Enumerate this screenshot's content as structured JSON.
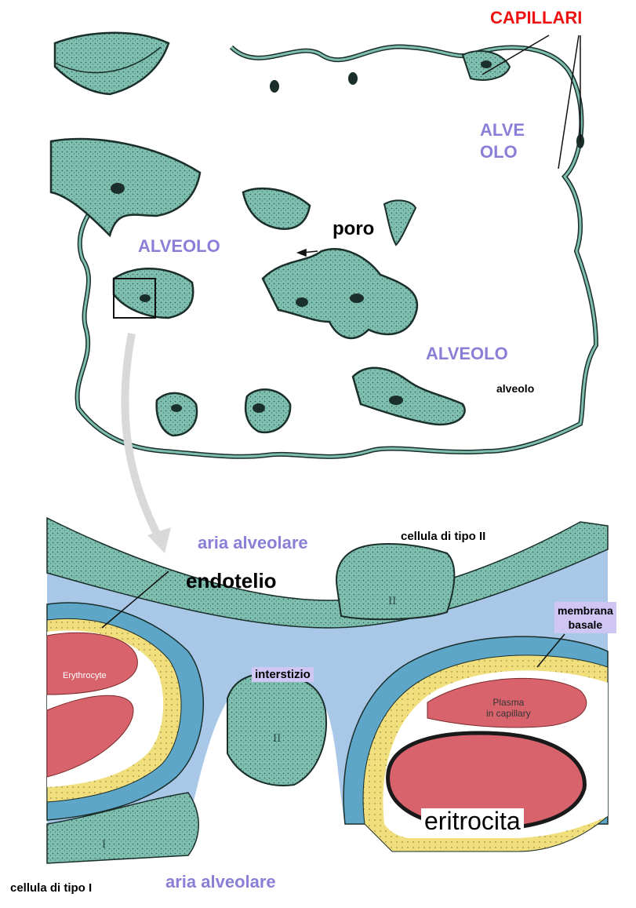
{
  "labels": {
    "capillari": "CAPILLARI",
    "alveolo_top": "ALVE\nOLO",
    "alveolo_left": "ALVEOLO",
    "poro": "poro",
    "alveolo_right": "ALVEOLO",
    "alveolo_small": "alveolo",
    "aria_top": "aria alveolare",
    "cellula_ii": "cellula di tipo II",
    "endotelio": "endotelio",
    "membrana": "membrana\nbasale",
    "interstizio": "interstizio",
    "erythrocyte": "Erythrocyte",
    "plasma": "Plasma\nin capillary",
    "eritrocita": "eritrocita",
    "cellula_i": "cellula di tipo I",
    "aria_bottom": "aria alveolare",
    "roman_ii": "II",
    "roman_i": "I"
  },
  "colors": {
    "tissue": "#7fbfb0",
    "tissue_dark": "#1a2e2a",
    "interstitium": "#a9c8e8",
    "endothelium": "#5ea6c8",
    "basal_yellow": "#f1df7d",
    "erythrocyte": "#d9636d",
    "label_lilac": "#8a7fd6",
    "label_red": "#ee1111"
  }
}
